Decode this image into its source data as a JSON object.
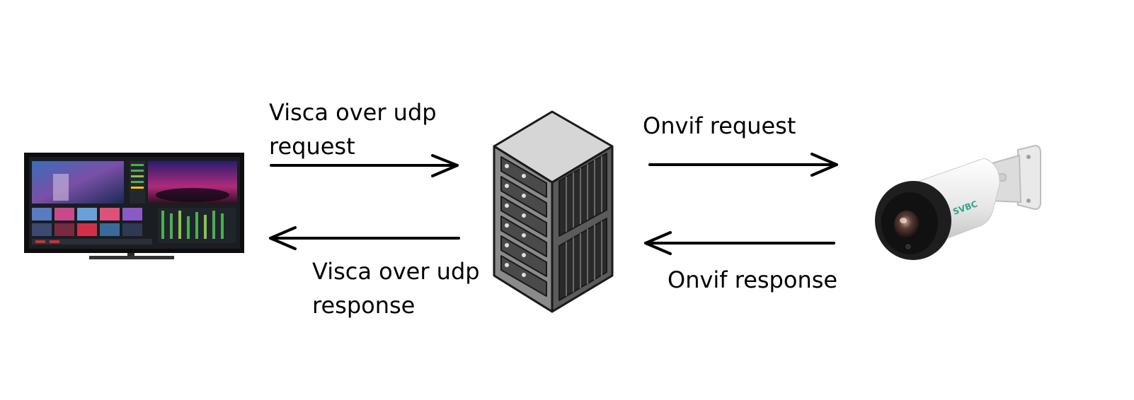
{
  "labels": {
    "visca_request_line1": "Visca over udp",
    "visca_request_line2": "request",
    "visca_response_line1": "Visca over udp",
    "visca_response_line2": "response",
    "onvif_request": "Onvif request",
    "onvif_response": "Onvif response"
  },
  "camera": {
    "brand": "SVBC"
  },
  "icons": {
    "monitor": "video-switcher-monitor-icon",
    "server": "server-rack-icon",
    "camera": "bullet-camera-icon"
  },
  "colors": {
    "arrow": "#000000",
    "server_body": "#7f7f7f",
    "camera_body": "#e8e8e8",
    "camera_front": "#1e1e1e",
    "camera_brand": "#2fa38a"
  }
}
